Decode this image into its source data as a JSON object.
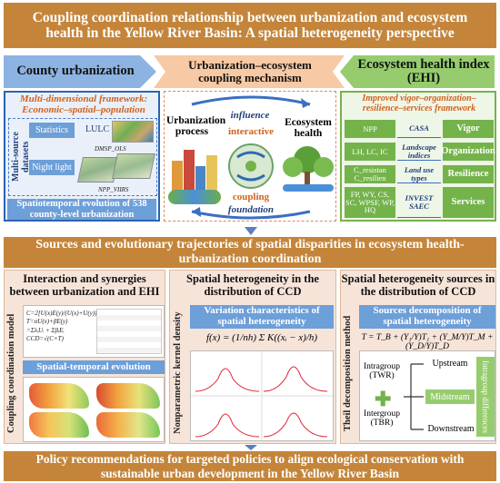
{
  "title": "Coupling coordination relationship between urbanization and ecosystem health in the Yellow River Basin: A spatial heterogeneity perspective",
  "top": {
    "left_header": "County urbanization",
    "mid_header": "Urbanization–ecosystem coupling mechanism",
    "right_header": "Ecosystem health index (EHI)",
    "left": {
      "framework": "Multi-dimensional framework: Economic–spatial–population",
      "side_label": "Multi-source datasets",
      "statistics": "Statistics",
      "lulc": "LULC",
      "night_light": "Night light",
      "dmsp": "DMSP_OLS",
      "npp_viirs": "NPP_VIIRS",
      "bottom": "Spatiotemporal evolution of 538 county-level urbanization"
    },
    "mid": {
      "urb_process": "Urbanization process",
      "influence": "influence",
      "interactive": "interactive",
      "eco_health": "Ecosystem health",
      "coupling": "coupling",
      "foundation": "foundation"
    },
    "right": {
      "framework": "Improved vigor–organization–resilience–services framework",
      "rows": [
        {
          "left": "NPP",
          "method": "CASA",
          "right": "Vigor"
        },
        {
          "left": "LH, LC, IC",
          "method": "Landscape indices",
          "right": "Organization"
        },
        {
          "left": "C_resistan C_resilien",
          "method": "Land use types",
          "right": "Resilience"
        },
        {
          "left": "FP, WY, CS, SC, WPSF, WP, HQ",
          "method": "INVEST SAEC",
          "right": "Services"
        }
      ]
    }
  },
  "middle_banner": "Sources and evolutionary trajectories of spatial disparities in ecosystem health-urbanization coordination",
  "bottom": {
    "p1": {
      "title": "Interaction and synergies between urbanization and EHI",
      "side": "Coupling coordination model",
      "sub": "Spatial-temporal evolution"
    },
    "p2": {
      "title": "Spatial heterogeneity in the distribution of CCD",
      "side": "Nonparametric kernel density",
      "sub": "Variation characteristics of spatial heterogeneity"
    },
    "p3": {
      "title": "Spatial heterogeneity sources in the distribution of CCD",
      "side": "Theil decomposition method",
      "sub": "Sources decomposition of spatial heterogeneity",
      "intragroup": "Intragroup (TWR)",
      "intergroup": "Intergroup (TBR)",
      "upstream": "Upstream",
      "midstream": "Midstream",
      "downstream": "Downstream",
      "vertical": "Intragroup differences"
    }
  },
  "footer": "Policy recommendations for targeted policies to align ecological conservation with sustainable urban development in the Yellow River Basin",
  "colors": {
    "banner": "#c4853a",
    "blue": "#2b63b3",
    "green": "#74b34a",
    "orange": "#f2c9a8"
  }
}
